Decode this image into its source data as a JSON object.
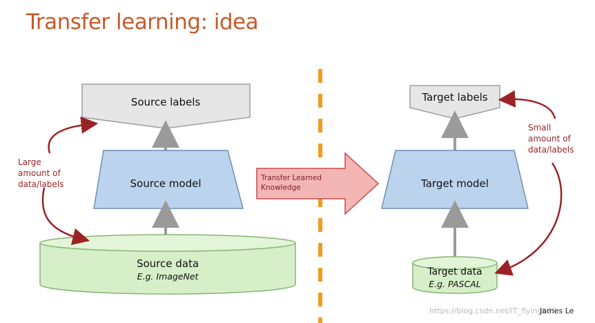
{
  "title": "Transfer learning: idea",
  "source": {
    "labels": "Source labels",
    "model": "Source model",
    "data": "Source data",
    "data_example": "E.g. ImageNet"
  },
  "target": {
    "labels": "Target labels",
    "model": "Target model",
    "data": "Target data",
    "data_example": "E.g. PASCAL"
  },
  "transfer_arrow_text": [
    "Transfer Learned",
    "Knowledge"
  ],
  "left_note": [
    "Large",
    "amount of",
    "data/labels"
  ],
  "right_note": [
    "Small",
    "amount of",
    "data/labels"
  ],
  "credit": "James Le",
  "watermark": "https://blog.csdn.net/IT_flying625",
  "colors": {
    "title": "#c85a2a",
    "model_fill": "#bcd3ee",
    "model_stroke": "#6f8fb5",
    "data_fill": "#d6efc9",
    "data_stroke": "#85b472",
    "labels_fill": "#e6e6e6",
    "labels_stroke": "#9e9e9e",
    "transfer_fill": "#f4b5b5",
    "transfer_stroke": "#c94b4b",
    "divider": "#f39c1f",
    "note": "#9b2226"
  }
}
